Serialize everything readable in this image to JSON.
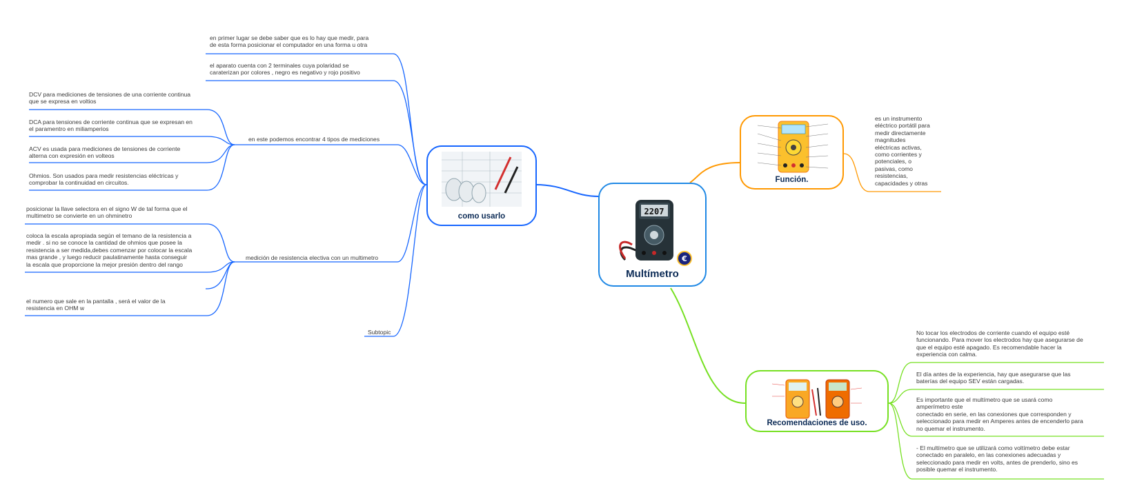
{
  "colors": {
    "central": "#1e88e5",
    "como_usarlo": "#1565ff",
    "funcion": "#ff9800",
    "recomendaciones": "#76e021"
  },
  "central": {
    "title": "Multímetro"
  },
  "funcion": {
    "title": "Función.",
    "description": "es un instrumento\neléctrico portátil para\nmedir directamente\nmagnitudes\neléctricas activas,\ncomo corrientes y\npotenciales, o\npasivas, como\nresistencias,\ncapacidades y otras"
  },
  "como_usarlo": {
    "title": "como usarlo",
    "items": [
      "en primer lugar se debe saber que es lo hay que medir, para\nde esta forma posicionar el computador en una forma u otra",
      "el aparato cuenta con 2 terminales cuya polaridad se\ncaraterizan por colores , negro es negativo y rojo positivo"
    ],
    "mediciones": {
      "label": "en este podemos encontrar 4 tipos de mediciones",
      "items": [
        "DCV para mediciones de tensiones de una corriente continua\nque se expresa en voltios",
        "DCA para tensiones de corriente continua que se expresan en\nel paramentro en miliamperios",
        "ACV es usada para mediciones de tensiones de corriente\nalterna con expresión en volteos",
        "Ohmios. Son usados para medir resistencias eléctricas y\ncomprobar la continuidad en circuitos."
      ]
    },
    "resistencia": {
      "label": "medición de resistencia electiva con un multimetro",
      "items": [
        "posicionar la llave selectora en el signo W de tal forma que el\nmultimetro se convierte en un ohminetro",
        "coloca la escala apropiada según el temano de la resistencia a\nmedir . si no se conoce la cantidad de ohmios que posee la\nresistencia a ser medida,debes comenzar por colocar la escala\nmas grande , y luego reducir paulatinamente hasta conseguir\nla escala que proporcione la mejor presión dentro del rango",
        "",
        "el numero que sale en la pantalla , será el valor de la\nresistencia en OHM w"
      ]
    },
    "subtopic": "Subtopic"
  },
  "recomendaciones": {
    "title": "Recomendaciones de uso.",
    "items": [
      "No tocar los electrodos de corriente cuando el equipo esté\nfuncionando. Para mover los electrodos hay que asegurarse de\nque el equipo esté apagado. Es recomendable hacer la\nexperiencia con calma.",
      "El día antes de la experiencia, hay que asegurarse que las\nbaterías del equipo SEV están cargadas.",
      "Es importante que el multímetro que se usará como\namperímetro este\n conectado en serie, en las conexiones que corresponden y\nseleccionado para medir en Amperes antes de encenderlo para\nno quemar el instrumento.",
      "- El multímetro que se utilizará como voltímetro debe estar\nconectado en paralelo, en las conexiones adecuadas y\nseleccionado para medir en volts, antes de prenderlo, sino es\nposible quemar el instrumento."
    ]
  },
  "illustration": {
    "display_reading": "2207",
    "badge_symbol": "€"
  }
}
